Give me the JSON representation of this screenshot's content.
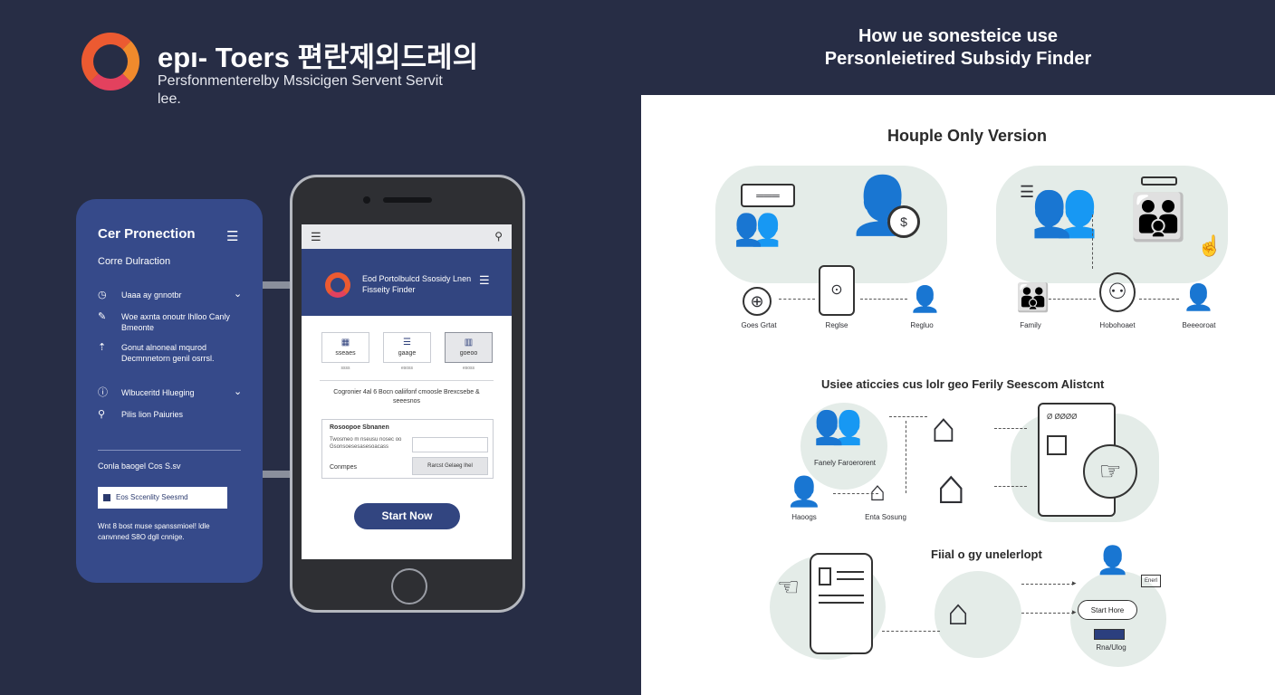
{
  "brand": {
    "title": "epı- Toers 편란제외드레의",
    "subtitle": "Persfonmenterelby Mssicigen Servent Servit lee."
  },
  "side_panel": {
    "title": "Cer Pronection",
    "subtitle": "Corre Dulraction",
    "items": [
      {
        "label": "Uaaa ay gnnotbr",
        "has_chevron": true
      },
      {
        "label": "Woe axnta onoutr lhlloo Canly Bmeonte",
        "has_chevron": false
      },
      {
        "label": "Gonut alnoneal mqurod Decmnnetorn genil osrrsl.",
        "has_chevron": false
      },
      {
        "label": "Wlbuceritd Hlueging",
        "has_chevron": true
      },
      {
        "label": "Pilis lion Paiuries",
        "has_chevron": false
      }
    ],
    "search_label": "Conla baogel Cos S.sv",
    "search_value": "Eos Sccenlity Seesmd",
    "note": "Wnt 8 bost muse spanssmioel! ldle canvnned S8O dgll cnnige."
  },
  "phone_screen": {
    "header_text": "Eod Portolbulcd Ssosidy Lnen Fisseity Finder",
    "cards": [
      {
        "icon_name": "building-icon",
        "glyph": "▦",
        "label": "sseaes",
        "caption": "ssss"
      },
      {
        "icon_name": "document-icon",
        "glyph": "☰",
        "label": "gaage",
        "caption": "esoss"
      },
      {
        "icon_name": "grid-icon",
        "glyph": "▥",
        "label": "goeoo",
        "caption": "esoss"
      }
    ],
    "info_text": "Cogronier 4al 6 Bocn oaliifonf cmoosle Brexcsebe & seeesnos",
    "form": {
      "title": "Rosoopoe Sbnanen",
      "description": "Twosmeo m nseusu nosec oo Gsonsoesesasesoacass",
      "row_label": "Conmpes",
      "button_label": "Rarcst Gelaeg Ihel"
    },
    "start_label": "Start Now"
  },
  "right_title_lines": [
    "How ue sonesteice use",
    "Personleietired Subsidy Finder"
  ],
  "right_panel": {
    "heading": "Houple Only Version",
    "section1": {
      "labels": [
        "Goes Grtat",
        "Reglse",
        "Regluo",
        "Family",
        "Hobohoaet",
        "Beeeoroat"
      ]
    },
    "section2": {
      "title": "Usiee aticcies cus lolr geo Ferily Seescom Alistcnt",
      "labels": [
        "Fanely Faroerorent",
        "Haoogs",
        "Enta Sosung"
      ],
      "form_heading": "Ø ØØØØ"
    },
    "section3": {
      "title": "Fiial o gy unelerlopt",
      "pill_label": "Start Hore",
      "labels": [
        "Rna/Ulog",
        "Enerl"
      ]
    }
  },
  "colors": {
    "background": "#272d45",
    "panel_blue": "#364a8a",
    "header_blue": "#324580",
    "logo_orange": "#ec5a31",
    "logo_pink": "#e3415e",
    "blob_mint": "#e4ece8"
  }
}
